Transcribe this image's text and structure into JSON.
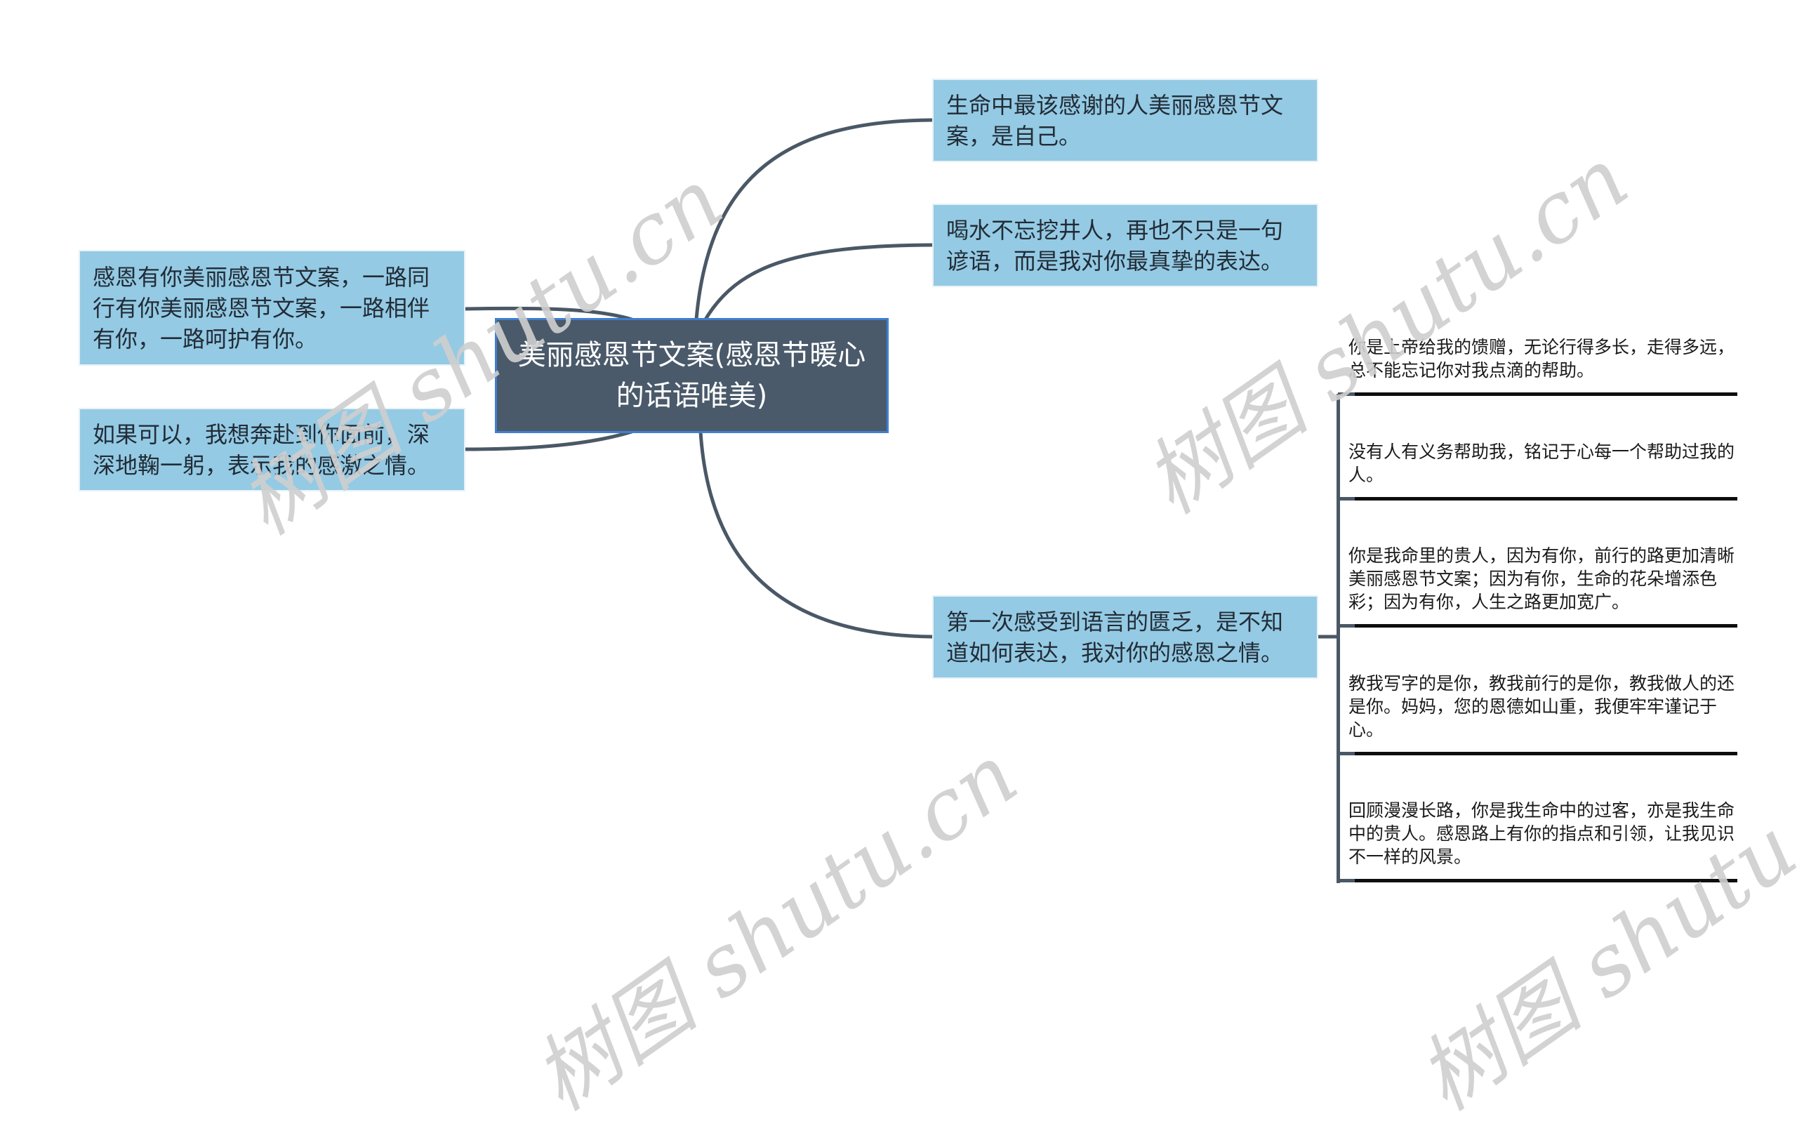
{
  "root": {
    "title": "美丽感恩节文案(感恩节暖心的话语唯美)"
  },
  "left_branches": [
    {
      "text": "感恩有你美丽感恩节文案，一路同行有你美丽感恩节文案，一路相伴有你，一路呵护有你。"
    },
    {
      "text": "如果可以，我想奔赴到你面前，深深地鞠一躬，表示我的感激之情。"
    }
  ],
  "right_branches": [
    {
      "text": "生命中最该感谢的人美丽感恩节文案，是自己。"
    },
    {
      "text": "喝水不忘挖井人，再也不只是一句谚语，而是我对你最真挚的表达。"
    },
    {
      "text": "第一次感受到语言的匮乏，是不知道如何表达，我对你的感恩之情。"
    }
  ],
  "sub_items": [
    {
      "text": "你是上帝给我的馈赠，无论行得多长，走得多远，总不能忘记你对我点滴的帮助。"
    },
    {
      "text": "没有人有义务帮助我，铭记于心每一个帮助过我的人。"
    },
    {
      "text": "你是我命里的贵人，因为有你，前行的路更加清晰美丽感恩节文案；因为有你，生命的花朵增添色彩；因为有你，人生之路更加宽广。"
    },
    {
      "text": "教我写字的是你，教我前行的是你，教我做人的还是你。妈妈，您的恩德如山重，我便牢牢谨记于心。"
    },
    {
      "text": "回顾漫漫长路，你是我生命中的过客，亦是我生命中的贵人。感恩路上有你的指点和引领，让我见识不一样的风景。"
    }
  ],
  "watermark": {
    "text": "树图 shutu.cn"
  },
  "colors": {
    "root_bg": "#4a5a6a",
    "root_border": "#3f7fd0",
    "branch_bg": "#94cae4",
    "line": "#4a5866",
    "separator": "#0e0e0e"
  }
}
